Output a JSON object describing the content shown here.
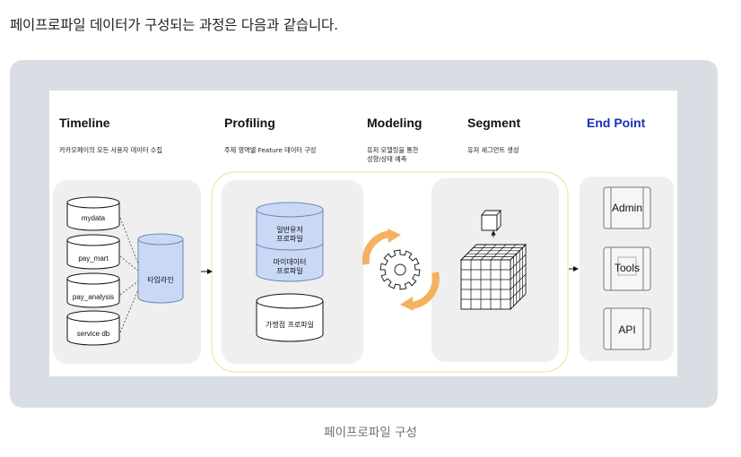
{
  "intro_text": "페이프로파일 데이터가 구성되는 과정은 다음과 같습니다.",
  "caption": "페이프로파일 구성",
  "colors": {
    "frame_bg": "#d9dee5",
    "endpoint_title": "#1a2fb5",
    "cylinder_blue": "#c9d8f5",
    "gear_orange": "#f4b160",
    "highlight_outline": "#f2e59a"
  },
  "stages": [
    {
      "title": "Timeline",
      "desc": [
        "카카오페이의 모든 사용자 데이터 수집"
      ]
    },
    {
      "title": "Profiling",
      "desc": [
        "주제 영역별 Feature 데이터 구성"
      ]
    },
    {
      "title": "Modeling",
      "desc": [
        "유저 모델링을 통한",
        "성향/상태 예측"
      ]
    },
    {
      "title": "Segment",
      "desc": [
        "유저 세그먼트 생성"
      ]
    },
    {
      "title": "End Point",
      "desc": []
    }
  ],
  "timeline": {
    "sources": [
      "mydata",
      "pay_mart",
      "pay_analysis",
      "service db"
    ],
    "target": "타임라인"
  },
  "profiling": {
    "stacked_top": "일반유저\n프로파일",
    "stacked_bottom": "마이데이터\n프로파일",
    "merchant": "가맹점 프로파일"
  },
  "endpoints": [
    "Admin",
    "Tools",
    "API"
  ],
  "icons": [
    "gear-refresh-icon",
    "data-cube-icon",
    "arrow-right-icon"
  ]
}
